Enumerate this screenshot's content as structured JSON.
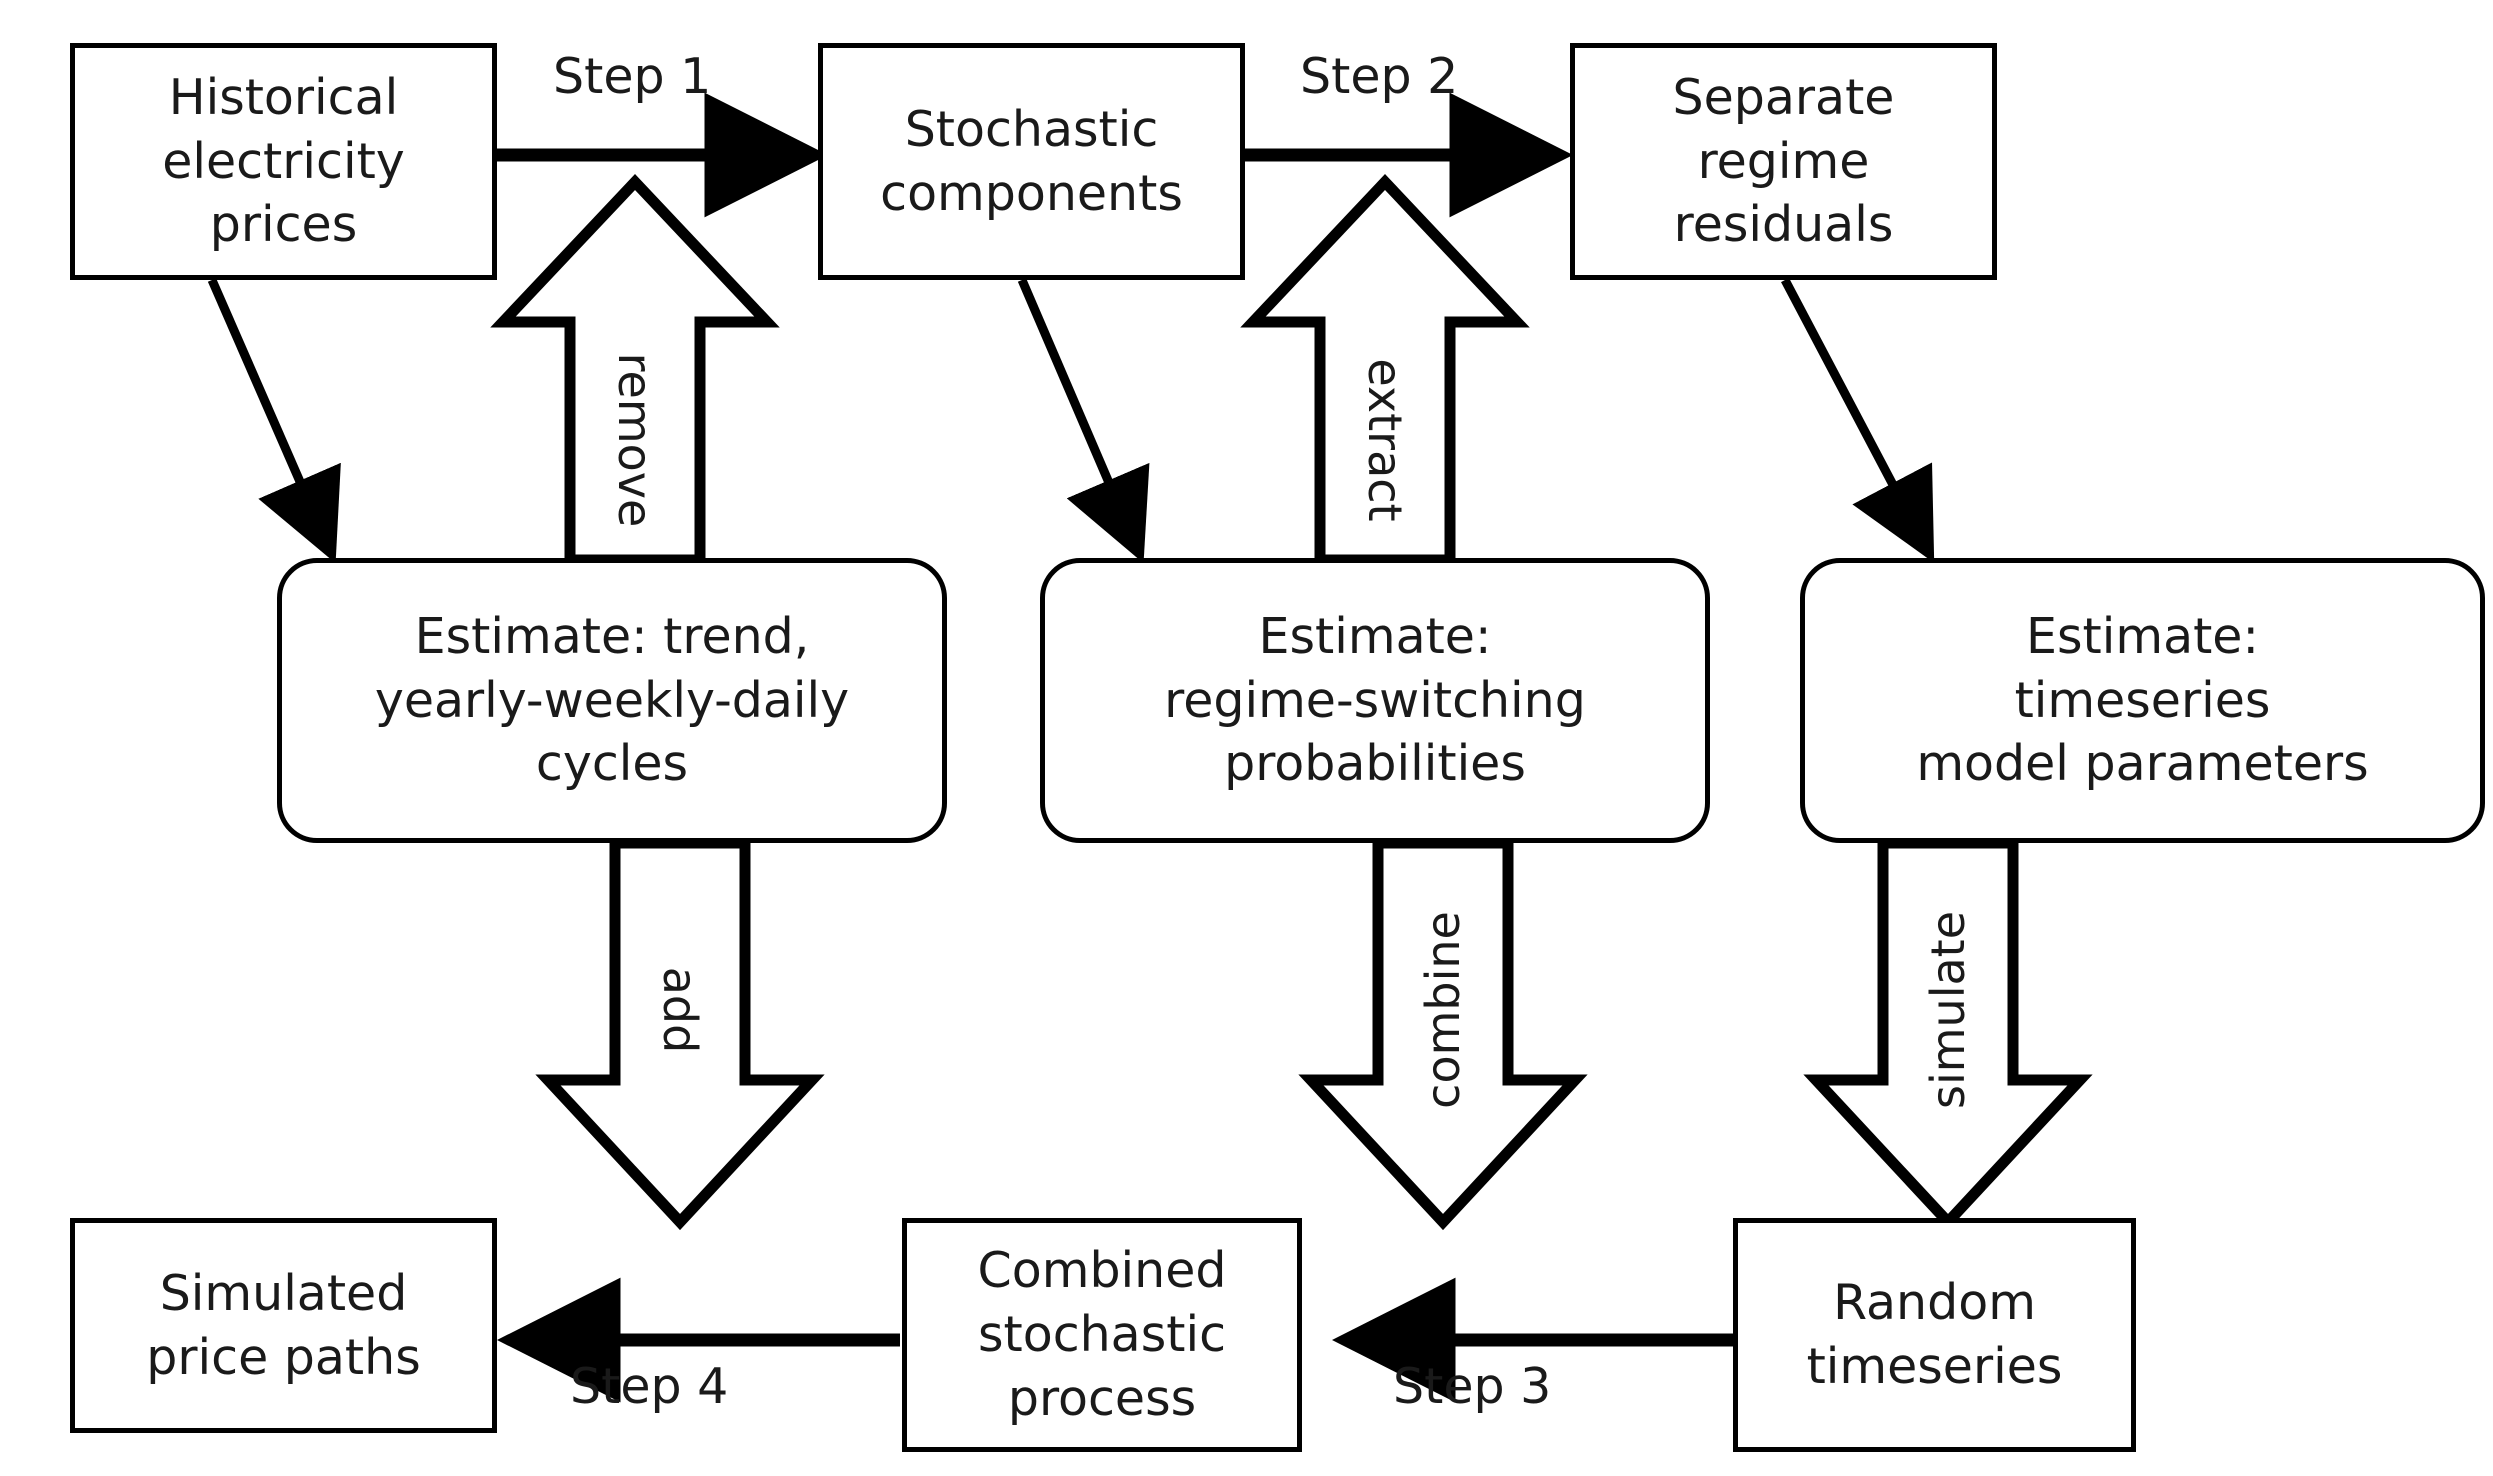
{
  "diagram": {
    "title": "Electricity price simulation model workflow",
    "colors": {
      "stroke": "#000000",
      "text": "#1a1a1a",
      "background": "#ffffff"
    },
    "nodes": [
      {
        "id": "historical-prices",
        "label": "Historical\nelectricity\nprices",
        "shape": "rect"
      },
      {
        "id": "stochastic-components",
        "label": "Stochastic\ncomponents",
        "shape": "rect"
      },
      {
        "id": "regime-residuals",
        "label": "Separate\nregime\nresiduals",
        "shape": "rect"
      },
      {
        "id": "estimate-cycles",
        "label": "Estimate: trend,\nyearly-weekly-daily\ncycles",
        "shape": "rounded"
      },
      {
        "id": "estimate-probs",
        "label": "Estimate:\nregime-switching\nprobabilities",
        "shape": "rounded"
      },
      {
        "id": "estimate-params",
        "label": "Estimate:\ntimeseries\nmodel parameters",
        "shape": "rounded"
      },
      {
        "id": "simulated-paths",
        "label": "Simulated\nprice paths",
        "shape": "rect"
      },
      {
        "id": "combined-process",
        "label": "Combined\nstochastic\nprocess",
        "shape": "rect"
      },
      {
        "id": "random-timeseries",
        "label": "Random\ntimeseries",
        "shape": "rect"
      }
    ],
    "step_labels": [
      {
        "id": "step-1",
        "text": "Step 1"
      },
      {
        "id": "step-2",
        "text": "Step 2"
      },
      {
        "id": "step-3",
        "text": "Step 3"
      },
      {
        "id": "step-4",
        "text": "Step 4"
      }
    ],
    "block_arrows": [
      {
        "id": "remove",
        "text": "remove",
        "direction": "up",
        "from": "estimate-cycles",
        "to": "historical-prices"
      },
      {
        "id": "extract",
        "text": "extract",
        "direction": "up",
        "from": "estimate-probs",
        "to": "stochastic-components"
      },
      {
        "id": "add",
        "text": "add",
        "direction": "down",
        "from": "estimate-cycles",
        "to": "simulated-paths"
      },
      {
        "id": "combine",
        "text": "combine",
        "direction": "down",
        "from": "estimate-probs",
        "to": "combined-process"
      },
      {
        "id": "simulate",
        "text": "simulate",
        "direction": "down",
        "from": "estimate-params",
        "to": "random-timeseries"
      }
    ],
    "connections": [
      {
        "id": "conn-step-1",
        "from": "historical-prices",
        "to": "stochastic-components",
        "label": "Step 1"
      },
      {
        "id": "conn-step-2",
        "from": "stochastic-components",
        "to": "regime-residuals",
        "label": "Step 2"
      },
      {
        "id": "conn-step-3",
        "from": "random-timeseries",
        "to": "combined-process",
        "label": "Step 3"
      },
      {
        "id": "conn-step-4",
        "from": "combined-process",
        "to": "simulated-paths",
        "label": "Step 4"
      },
      {
        "id": "conn-diag-1",
        "from": "historical-prices",
        "to": "estimate-cycles",
        "label": ""
      },
      {
        "id": "conn-diag-2",
        "from": "stochastic-components",
        "to": "estimate-probs",
        "label": ""
      },
      {
        "id": "conn-diag-3",
        "from": "regime-residuals",
        "to": "estimate-params",
        "label": ""
      }
    ]
  }
}
